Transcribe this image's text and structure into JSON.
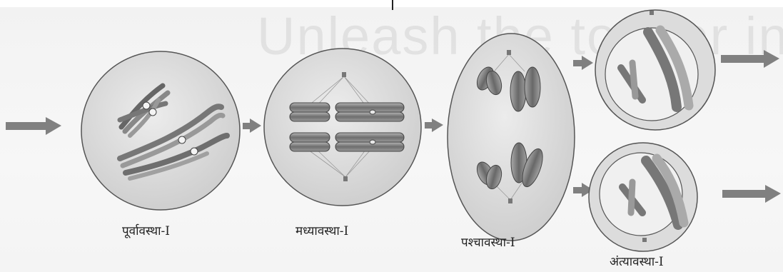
{
  "watermark_text": "Unleash the topper in",
  "stages": [
    {
      "label": "पूर्वावस्था-I"
    },
    {
      "label": "मध्यावस्था-I"
    },
    {
      "label": "पश्चावस्था-I"
    },
    {
      "label": "अंत्यावस्था-I"
    }
  ],
  "colors": {
    "arrow": "#808080",
    "cell_fill": "#d9d9d9",
    "cell_stroke": "#555555",
    "chromosome_dark": "#707070",
    "chromosome_light": "#bdbdbd"
  }
}
